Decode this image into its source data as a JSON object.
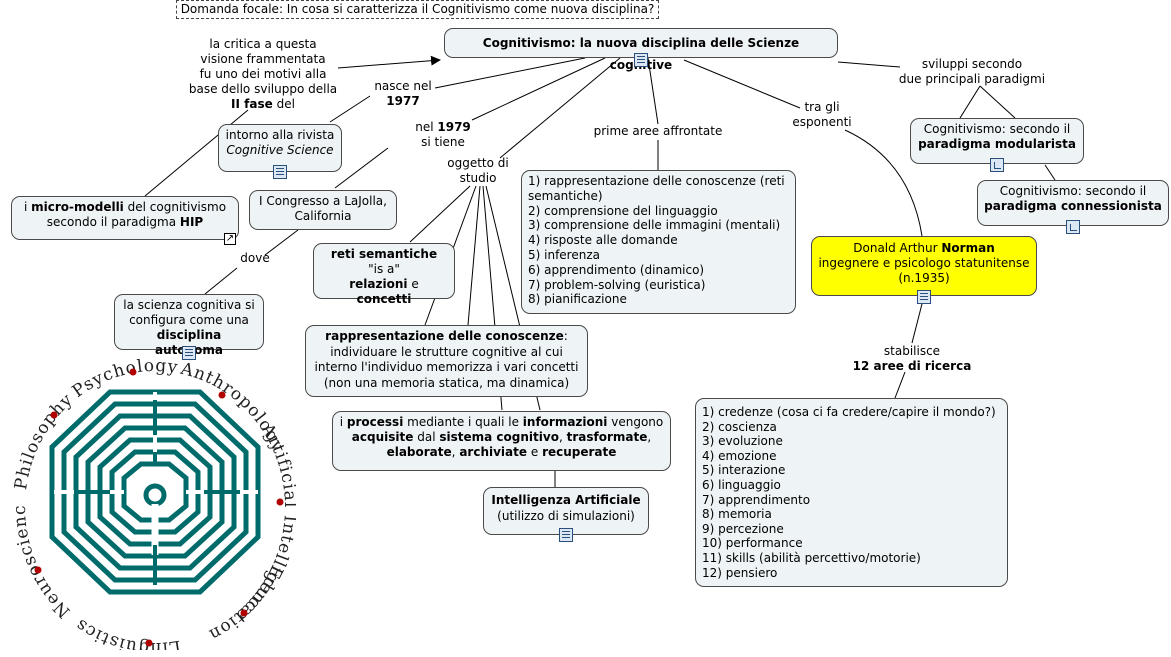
{
  "focal_question": "Domanda focale: In cosa si caratterizza il Cognitivismo come nuova disciplina?",
  "central": "Cognitivismo: la nuova disciplina delle Scienze cognitive",
  "labels": {
    "critica": [
      "la critica a questa",
      "visione frammentata",
      "fu uno dei motivi alla",
      "base dello sviluppo della",
      "II fase",
      "del"
    ],
    "nasce": [
      "nasce nel",
      "1977"
    ],
    "nel1979": [
      "nel",
      "1979",
      "si tiene"
    ],
    "oggetto": [
      "oggetto di",
      "studio"
    ],
    "prime_aree": "prime aree affrontate",
    "esponenti": [
      "tra gli",
      "esponenti"
    ],
    "sviluppi": [
      "sviluppi secondo",
      "due principali paradigmi"
    ],
    "dove": "dove",
    "stabilisce": [
      "stabilisce",
      "12 aree di ricerca"
    ]
  },
  "nodes": {
    "rivista": [
      "intorno alla rivista",
      "Cognitive Science"
    ],
    "micromodelli": [
      "i",
      "micro-modelli",
      "del cognitivismo",
      "secondo il paradigma",
      "HIP"
    ],
    "congresso": [
      "I Congresso a LaJolla,",
      "California"
    ],
    "scienza": [
      "la scienza cognitiva si",
      "configura come una",
      "disciplina autonoma"
    ],
    "reti": [
      "reti semantiche",
      "\"is a\"",
      "relazioni",
      "e",
      "concetti"
    ],
    "rappresentazione": [
      "rappresentazione delle conoscenze",
      ":",
      "individuare le strutture cognitive al cui",
      "interno l'individuo memorizza i vari concetti",
      "(non una memoria statica, ma dinamica)"
    ],
    "processi": [
      "i",
      "processi",
      "mediante i quali le",
      "informazioni",
      "vengono",
      "acquisite",
      "dal",
      "sistema cognitivo",
      ",",
      "trasformate",
      ",",
      "elaborate",
      ",",
      "archiviate",
      "e",
      "recuperate"
    ],
    "ia": [
      "Intelligenza Artificiale",
      "(utilizzo di simulazioni)"
    ],
    "aree_list": [
      "1) rappresentazione delle conoscenze (reti",
      "semantiche)",
      "2) comprensione del linguaggio",
      "3) comprensione delle immagini (mentali)",
      "4) risposte alle domande",
      "5) inferenza",
      "6) apprendimento (dinamico)",
      "7) problem-solving (euristica)",
      "8) pianificazione"
    ],
    "norman": [
      "Donald Arthur",
      "Norman",
      "ingegnere e psicologo statunitense",
      "(n.1935)"
    ],
    "modularista": [
      "Cognitivismo: secondo il",
      "paradigma modularista"
    ],
    "connessionista": [
      "Cognitivismo: secondo il",
      "paradigma connessionista"
    ],
    "ricerca_list": [
      "1) credenze (cosa ci fa credere/capire il mondo?)",
      "2) coscienza",
      "3) evoluzione",
      "4) emozione",
      "5) interazione",
      "6) linguaggio",
      "7) apprendimento",
      "8) memoria",
      "9) percezione",
      "10) performance",
      "11) skills (abilità percettivo/motorie)",
      "12) pensiero"
    ]
  },
  "logo_words": [
    "Education",
    "Linguistics",
    "Neuroscience",
    "Philosophy",
    "Psychology",
    "Anthropology",
    "Artificial Intelligence"
  ],
  "icons": [
    "note-icon",
    "tree-icon",
    "link-icon"
  ],
  "colors": {
    "node_bg": "#eef3f5",
    "highlight": "#ffff00",
    "maze": "#006b6b",
    "dot": "#b00000"
  }
}
